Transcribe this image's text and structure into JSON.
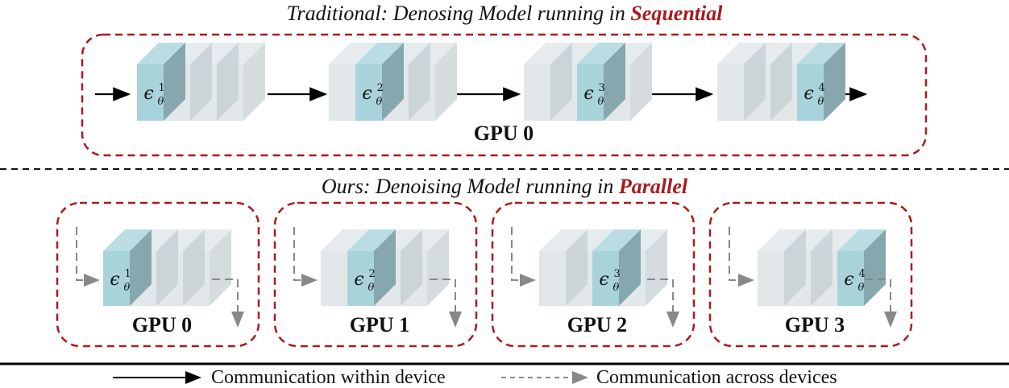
{
  "top_section": {
    "title_prefix": "Traditional: Denosing Model running in ",
    "title_highlight": "Sequential",
    "gpu_label": "GPU 0",
    "blocks": [
      {
        "symbol": "ϵ",
        "superscript": "1",
        "subscript": "θ",
        "active_index": 0
      },
      {
        "symbol": "ϵ",
        "superscript": "2",
        "subscript": "θ",
        "active_index": 1
      },
      {
        "symbol": "ϵ",
        "superscript": "3",
        "subscript": "θ",
        "active_index": 2
      },
      {
        "symbol": "ϵ",
        "superscript": "4",
        "subscript": "θ",
        "active_index": 3
      }
    ]
  },
  "bottom_section": {
    "title_prefix": "Ours: Denoising Model running in ",
    "title_highlight": "Parallel",
    "devices": [
      {
        "gpu_label": "GPU 0",
        "symbol": "ϵ",
        "superscript": "1",
        "subscript": "θ",
        "active_index": 0
      },
      {
        "gpu_label": "GPU 1",
        "symbol": "ϵ",
        "superscript": "2",
        "subscript": "θ",
        "active_index": 1
      },
      {
        "gpu_label": "GPU 2",
        "symbol": "ϵ",
        "superscript": "3",
        "subscript": "θ",
        "active_index": 2
      },
      {
        "gpu_label": "GPU 3",
        "symbol": "ϵ",
        "superscript": "4",
        "subscript": "θ",
        "active_index": 3
      }
    ]
  },
  "legend": {
    "solid_label": "Communication within device",
    "dashed_label": "Communication across devices"
  },
  "colors": {
    "highlight_red": "#a81b1b",
    "dash_box": "#a81b1b",
    "active_front": "#a9d3da",
    "active_side": "#86a7ad",
    "active_top": "#b9dde2",
    "inactive": "#dde4e6",
    "dashed_arrow": "#888888"
  }
}
